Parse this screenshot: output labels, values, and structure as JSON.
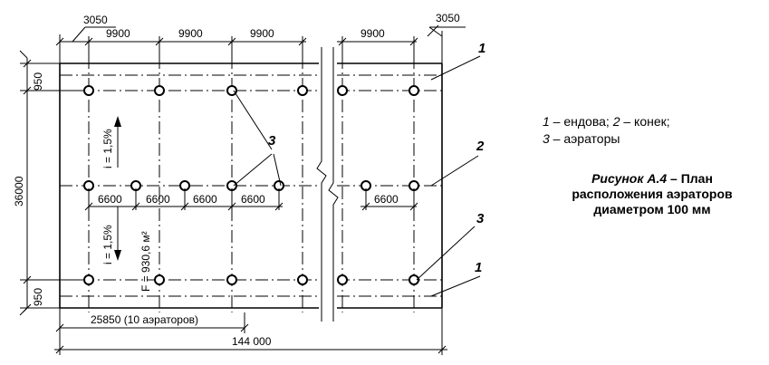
{
  "dims": {
    "edge_left": "3050",
    "edge_right": "3050",
    "span": "9900",
    "spacing": "6600",
    "height": "36000",
    "margin_top": "950",
    "margin_bottom": "950",
    "partial": "25850 (10 аэраторов)",
    "total": "144 000"
  },
  "slopes": {
    "upper": "i = 1,5%",
    "lower": "i = 1,5%"
  },
  "area": "F = 930,6 м²",
  "callouts": {
    "valley": "1",
    "ridge": "2",
    "aerators": "3"
  },
  "legend": {
    "n1": "1",
    "t1": " – ендова; ",
    "n2": "2",
    "t2": " – конек;",
    "n3": "3",
    "t3": " – аэраторы"
  },
  "caption": {
    "prefix": "Рисунок А.4",
    "line1": " – План",
    "line2": "расположения аэраторов",
    "line3": "диаметром 100 мм"
  }
}
